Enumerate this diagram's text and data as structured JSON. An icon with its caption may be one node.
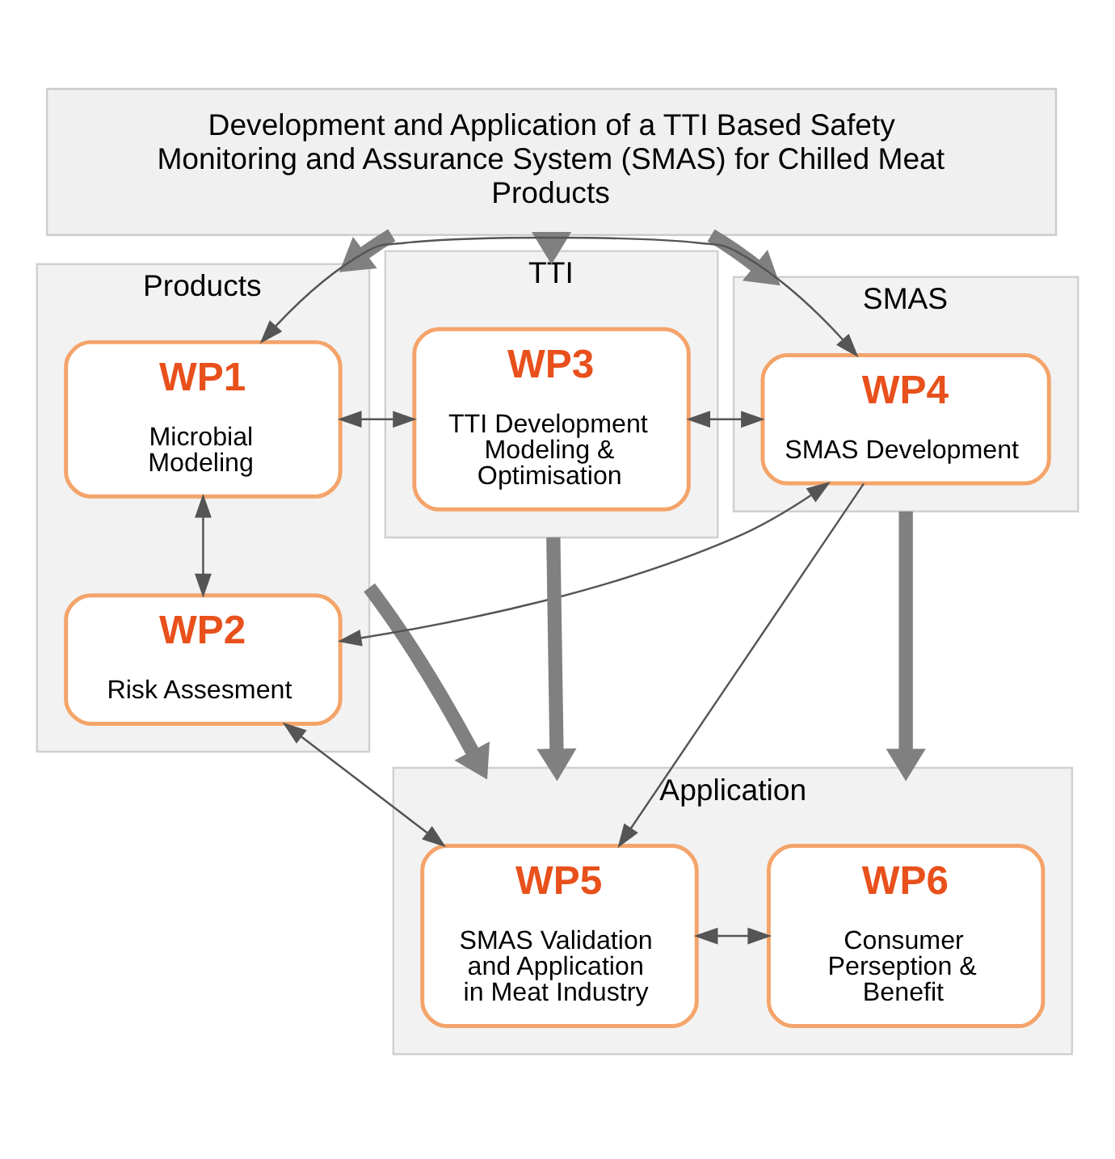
{
  "diagram": {
    "nodes": [
      {
        "text": [
          "Development and Application of a TTI Based Safety Monitoring and Assurance System (SMAS) for Chilled Meat Products"
        ]
      },
      {
        "text": [
          "Products"
        ]
      },
      {
        "text": [
          "WP1",
          "Microbial Modeling"
        ],
        "in": 1
      },
      {
        "text": [
          "WP2",
          "Risk Assesment"
        ],
        "in": 1
      },
      {
        "text": [
          "TTI"
        ]
      },
      {
        "text": [
          "WP3",
          "TTI Development Modeling & Optimisation"
        ],
        "in": 4
      },
      {
        "text": [
          "SMAS"
        ]
      },
      {
        "text": [
          "WP4",
          "SMAS Development"
        ],
        "in": 6
      },
      {
        "text": [
          "Application"
        ]
      },
      {
        "text": [
          "WP5",
          "SMAS Validation and Application in Meat Industry"
        ],
        "in": 8
      },
      {
        "text": [
          "WP6",
          "Consumer Perseption & Benefit"
        ],
        "in": 8
      }
    ],
    "edges": [
      {
        "from": 0,
        "to": 1,
        "arrow": "to",
        "style": "thick",
        "color": "#808080"
      },
      {
        "from": 0,
        "to": 4,
        "arrow": "to",
        "style": "thick",
        "color": "#808080"
      },
      {
        "from": 0,
        "to": 6,
        "arrow": "to",
        "style": "thick",
        "color": "#808080"
      },
      {
        "from": 2,
        "to": 7,
        "arrow": "both"
      },
      {
        "from": 2,
        "to": 5,
        "arrow": "both"
      },
      {
        "from": 2,
        "to": 3,
        "arrow": "both"
      },
      {
        "from": 5,
        "to": 7,
        "arrow": "both"
      },
      {
        "from": 3,
        "to": 7,
        "arrow": "both"
      },
      {
        "from": 1,
        "to": 8,
        "arrow": "to",
        "style": "thick",
        "color": "#808080"
      },
      {
        "from": 4,
        "to": 8,
        "arrow": "to",
        "style": "thick",
        "color": "#808080"
      },
      {
        "from": 6,
        "to": 8,
        "arrow": "to",
        "style": "thick",
        "color": "#808080"
      },
      {
        "from": 3,
        "to": 9,
        "arrow": "both"
      },
      {
        "from": 7,
        "to": 9,
        "arrow": "to"
      },
      {
        "from": 9,
        "to": 10,
        "arrow": "both"
      }
    ]
  }
}
